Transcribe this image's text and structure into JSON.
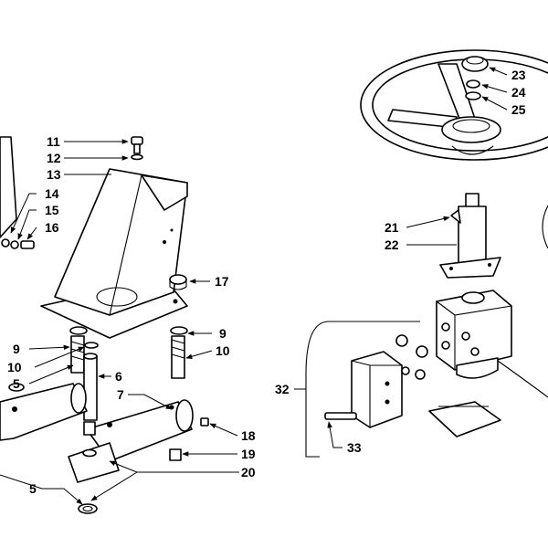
{
  "diagram": {
    "callouts": {
      "c5a": "5",
      "c5b": "5",
      "c6": "6",
      "c7": "7",
      "c9a": "9",
      "c9b": "9",
      "c10a": "10",
      "c10b": "10",
      "c11": "11",
      "c12": "12",
      "c13": "13",
      "c14": "14",
      "c15": "15",
      "c16": "16",
      "c17": "17",
      "c18": "18",
      "c19": "19",
      "c20": "20",
      "c21": "21",
      "c22": "22",
      "c23": "23",
      "c24": "24",
      "c25": "25",
      "c32": "32",
      "c33": "33"
    },
    "colors": {
      "ink": "#000000",
      "paper": "#ffffff"
    }
  }
}
